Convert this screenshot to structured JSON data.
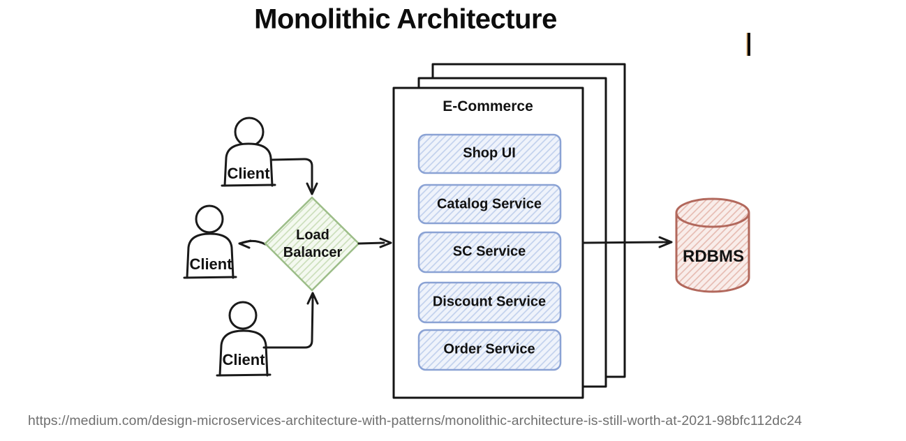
{
  "title": "Monolithic Architecture",
  "diagram": {
    "clients": [
      {
        "label": "Client"
      },
      {
        "label": "Client"
      },
      {
        "label": "Client"
      }
    ],
    "load_balancer": {
      "line1": "Load",
      "line2": "Balancer"
    },
    "monolith": {
      "title": "E-Commerce",
      "services": [
        "Shop UI",
        "Catalog Service",
        "SC Service",
        "Discount Service",
        "Order Service"
      ]
    },
    "database": {
      "label": "RDBMS"
    },
    "colors": {
      "load_balancer_green": "#9cbd88",
      "service_box_blue": "#8aa2d4",
      "database_red": "#b2685c",
      "line_black": "#1a1a1a",
      "url_gray": "#6f6f6f"
    }
  },
  "footer": {
    "url": "https://medium.com/design-microservices-architecture-with-patterns/monolithic-architecture-is-still-worth-at-2021-98bfc112dc24"
  }
}
